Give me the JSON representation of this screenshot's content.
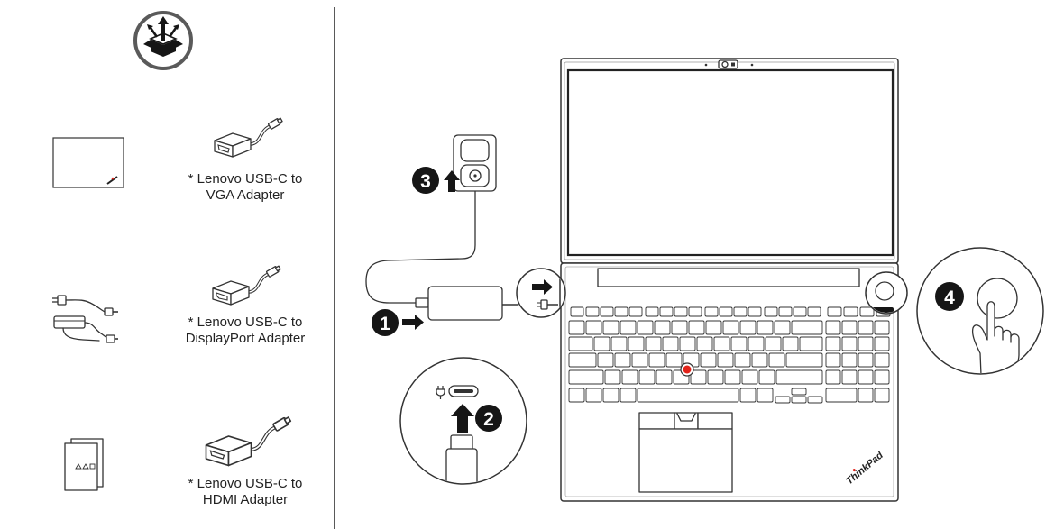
{
  "accessories": {
    "vga": {
      "line1": "* Lenovo USB-C to",
      "line2": "VGA Adapter"
    },
    "displayport": {
      "line1": "* Lenovo USB-C to",
      "line2": "DisplayPort Adapter"
    },
    "hdmi": {
      "line1": "* Lenovo USB-C to",
      "line2": "HDMI Adapter"
    }
  },
  "steps": {
    "step1": "1",
    "step2": "2",
    "step3": "3",
    "step4": "4"
  },
  "laptop": {
    "logo_text": "ThinkPad"
  },
  "icons": [
    "unbox-icon",
    "computer-icon",
    "power-adapter-icon",
    "manuals-icon",
    "vga-adapter-icon",
    "displayport-adapter-icon",
    "hdmi-adapter-icon",
    "wall-outlet-icon",
    "usb-c-port-icon",
    "usb-c-plug-icon",
    "power-button-icon",
    "hand-press-icon",
    "arrow-right-icon",
    "arrow-up-icon"
  ],
  "colors": {
    "line": "#333333",
    "badge": "#161616",
    "badge_text": "#ffffff",
    "trackpoint": "#e2231a",
    "unbox_ring": "#5a5a5a"
  }
}
